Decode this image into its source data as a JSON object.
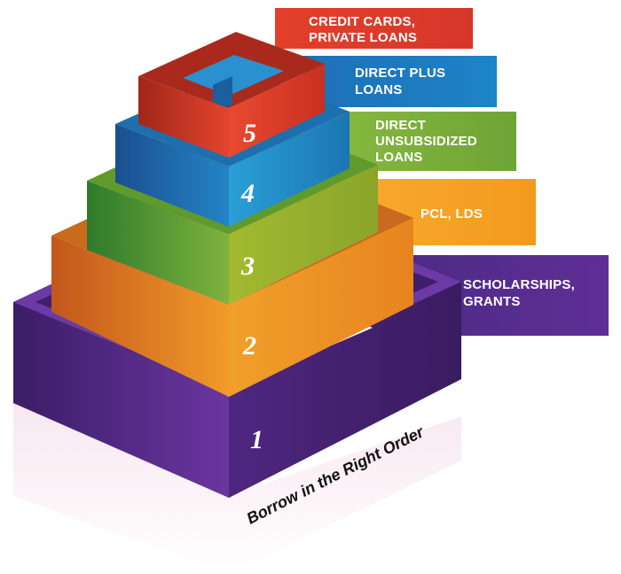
{
  "diagram": {
    "caption": "Borrow in the Right Order",
    "tiers": [
      {
        "number": "1",
        "label_lines": [
          "SCHOLARSHIPS,",
          "GRANTS"
        ],
        "color": "#5b2d8e"
      },
      {
        "number": "2",
        "label_lines": [
          "PCL, LDS"
        ],
        "color": "#f5a623"
      },
      {
        "number": "3",
        "label_lines": [
          "DIRECT",
          "UNSUBSIDIZED",
          "LOANS"
        ],
        "color": "#7cb342"
      },
      {
        "number": "4",
        "label_lines": [
          "DIRECT PLUS",
          "LOANS"
        ],
        "color": "#1e88c8"
      },
      {
        "number": "5",
        "label_lines": [
          "CREDIT CARDS,",
          "PRIVATE LOANS"
        ],
        "color": "#e53e2b"
      }
    ]
  }
}
